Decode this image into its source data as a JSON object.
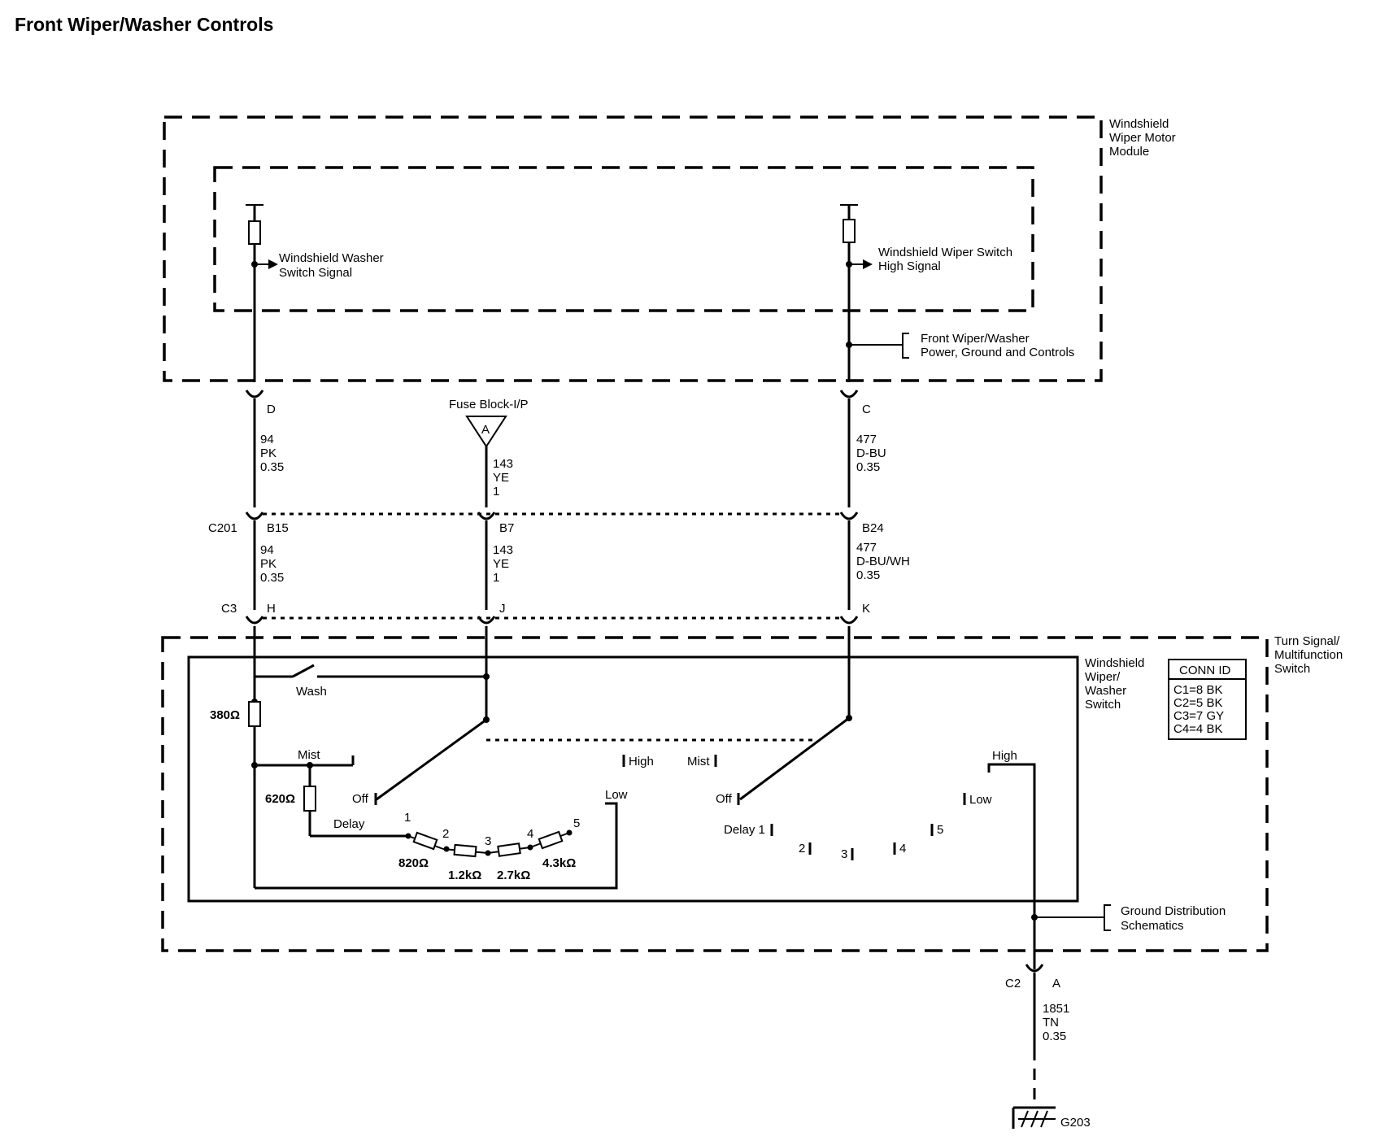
{
  "title": "Front Wiper/Washer Controls",
  "modules": {
    "motor_module": [
      "Windshield",
      "Wiper Motor",
      "Module"
    ],
    "washer_signal": [
      "Windshield Washer",
      "Switch Signal"
    ],
    "wiper_high_signal": [
      "Windshield Wiper Switch",
      "High Signal"
    ],
    "power_ground": [
      "Front Wiper/Washer",
      "Power, Ground and Controls"
    ],
    "fuse_block": "Fuse Block-I/P",
    "fuse_pin": "A",
    "turn_signal": [
      "Turn Signal/",
      "Multifunction",
      "Switch"
    ],
    "wiper_switch": [
      "Windshield",
      "Wiper/",
      "Washer",
      "Switch"
    ],
    "ground_dist": [
      "Ground Distribution",
      "Schematics"
    ],
    "ground": "G203"
  },
  "connectors": {
    "motor_d": "D",
    "motor_c": "C",
    "c201": "C201",
    "c201_b15": "B15",
    "c201_b7": "B7",
    "c201_b24": "B24",
    "c3": "C3",
    "c3_h": "H",
    "c3_j": "J",
    "c3_k": "K",
    "c2": "C2",
    "c2_a": "A"
  },
  "wires": {
    "w1": [
      "94",
      "PK",
      "0.35"
    ],
    "w2": [
      "143",
      "YE",
      "1"
    ],
    "w3": [
      "477",
      "D-BU",
      "0.35"
    ],
    "w4": [
      "94",
      "PK",
      "0.35"
    ],
    "w5": [
      "143",
      "YE",
      "1"
    ],
    "w6": [
      "477",
      "D-BU/WH",
      "0.35"
    ],
    "w7": [
      "1851",
      "TN",
      "0.35"
    ]
  },
  "conn_id": {
    "header": "CONN ID",
    "rows": [
      "C1=8 BK",
      "C2=5 BK",
      "C3=7 GY",
      "C4=4 BK"
    ]
  },
  "switch_labels": {
    "wash": "Wash",
    "mist_left": "Mist",
    "off_left": "Off",
    "low_left": "Low",
    "delay_left": "Delay",
    "high_mid": "High",
    "mist_mid": "Mist",
    "off_right": "Off",
    "delay1": "Delay 1",
    "p2": "2",
    "p3": "3",
    "p4": "4",
    "p5": "5",
    "low_right": "Low",
    "high_right": "High"
  },
  "resistors": {
    "r380": "380Ω",
    "r620": "620Ω",
    "r820": "820Ω",
    "r1k2": "1.2kΩ",
    "r2k7": "2.7kΩ",
    "r4k3": "4.3kΩ"
  },
  "taps": [
    "1",
    "2",
    "3",
    "4",
    "5"
  ]
}
